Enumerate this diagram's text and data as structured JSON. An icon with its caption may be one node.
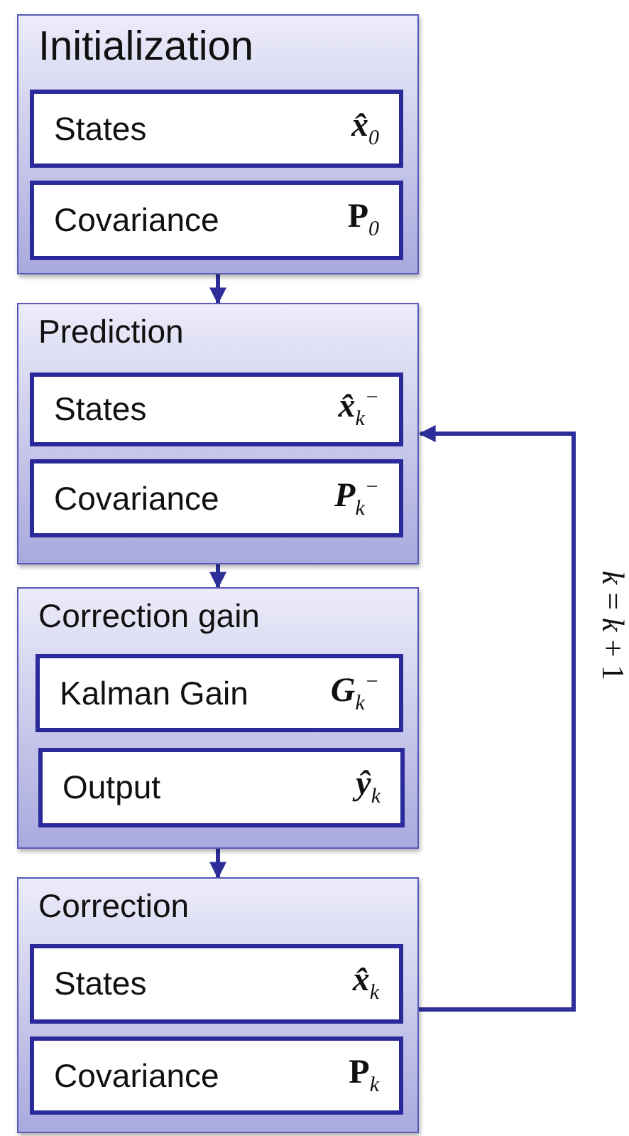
{
  "diagram": {
    "nodes": [
      {
        "text": [
          "Initialization"
        ]
      },
      {
        "text": [
          "States",
          "*x̂*$_{0}$"
        ],
        "in": 0
      },
      {
        "text": [
          "Covariance",
          "P$_{0}$"
        ],
        "in": 0
      },
      {
        "text": [
          "Prediction"
        ]
      },
      {
        "text": [
          "States",
          "*x̂*$_{k}$$^{−}$"
        ],
        "in": 3
      },
      {
        "text": [
          "Covariance",
          "*P*$_{k}$$^{−}$"
        ],
        "in": 3
      },
      {
        "text": [
          "Correction gain"
        ]
      },
      {
        "text": [
          "Kalman Gain",
          "*G*$_{k}$$^{−}$"
        ],
        "in": 6
      },
      {
        "text": [
          "Output",
          "*ŷ*$_{k}$"
        ],
        "in": 6
      },
      {
        "text": [
          "Correction"
        ]
      },
      {
        "text": [
          "States",
          "*x̂*$_{k}$"
        ],
        "in": 9
      },
      {
        "text": [
          "Covariance",
          "P$_{k}$"
        ],
        "in": 9
      }
    ],
    "edges": [
      {
        "from": 0,
        "to": 3,
        "arrow": "to"
      },
      {
        "from": 3,
        "to": 6,
        "arrow": "to"
      },
      {
        "from": 6,
        "to": 9,
        "arrow": "to"
      },
      {
        "from": 9,
        "to": 3,
        "arrow": "to",
        "label": "*k* = *k* + 1"
      }
    ]
  }
}
